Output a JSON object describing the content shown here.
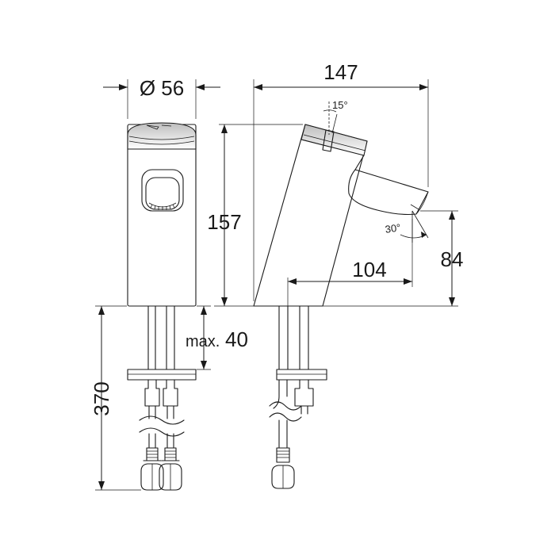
{
  "dimensions": {
    "diameter": "Ø 56",
    "total_depth": "147",
    "body_height": "157",
    "spout_reach": "104",
    "outlet_height": "84",
    "max_thickness_label": "max.",
    "max_thickness_value": "40",
    "hose_length": "370",
    "button_angle": "15°",
    "spout_angle": "30°"
  }
}
